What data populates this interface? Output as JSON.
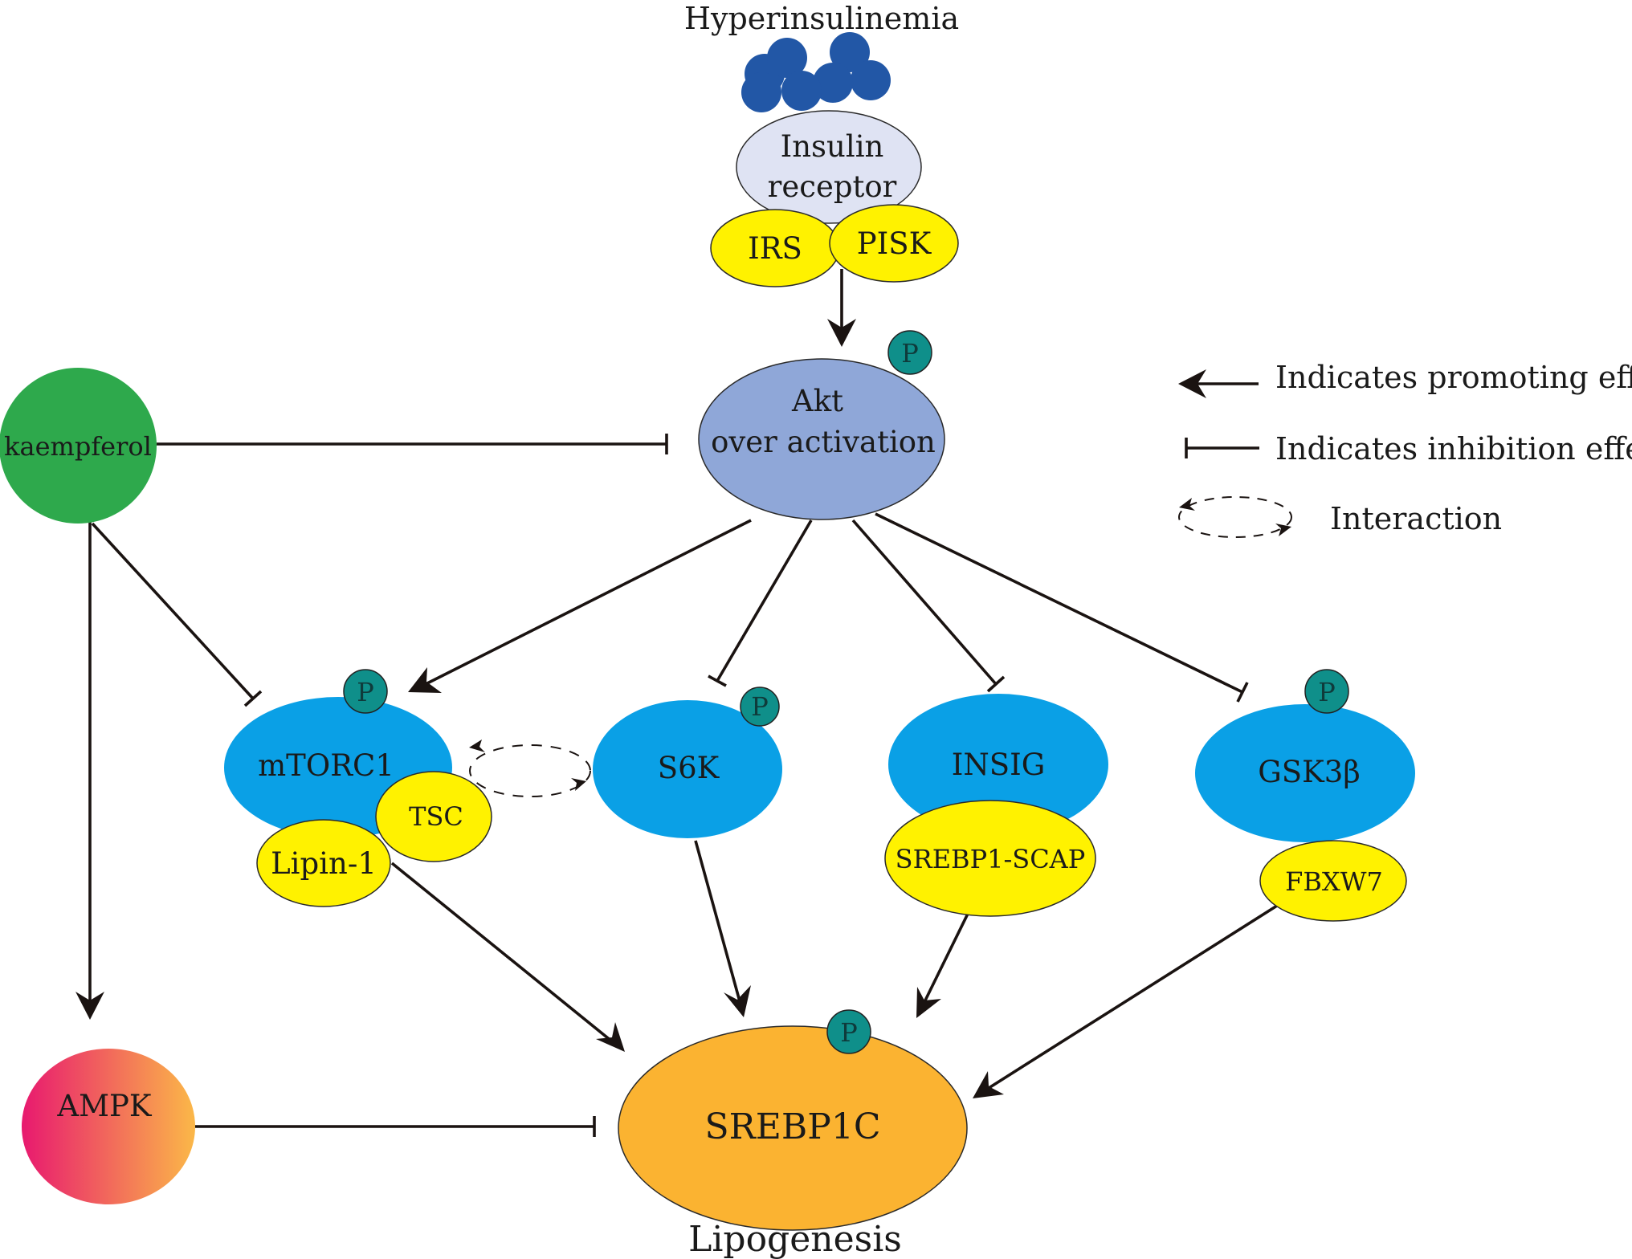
{
  "diagram": {
    "title_top": "Hyperinsulinemia",
    "title_bottom": "Lipogenesis",
    "phospho_label": "P",
    "nodes": {
      "insulin_receptor": {
        "line1": "Insulin",
        "line2": "receptor"
      },
      "irs": "IRS",
      "pisk": "PISK",
      "akt": {
        "line1": "Akt",
        "line2": "over activation"
      },
      "kaempferol": "kaempferol",
      "mtorc1": "mTORC1",
      "tsc": "TSC",
      "lipin1": "Lipin-1",
      "s6k": "S6K",
      "insig": "INSIG",
      "srebp1_scap": "SREBP1-SCAP",
      "gsk3b": "GSK3β",
      "fbxw7": "FBXW7",
      "ampk": "AMPK",
      "srebp1c": "SREBP1C"
    },
    "colors": {
      "insulin_dots": "#2257a6",
      "receptor": "#dfe3f3",
      "yellow": "#fff200",
      "akt": "#8fa7d8",
      "kaempferol": "#2ea94c",
      "blue": "#0aa0e6",
      "srebp1c": "#fbb331",
      "phospho": "#0f8f8a",
      "ampk_start": "#e8196f",
      "ampk_end": "#fbb848"
    }
  },
  "legend": {
    "promoting": "Indicates promoting effect",
    "inhibition": "Indicates inhibition effect",
    "interaction": "Interaction"
  }
}
